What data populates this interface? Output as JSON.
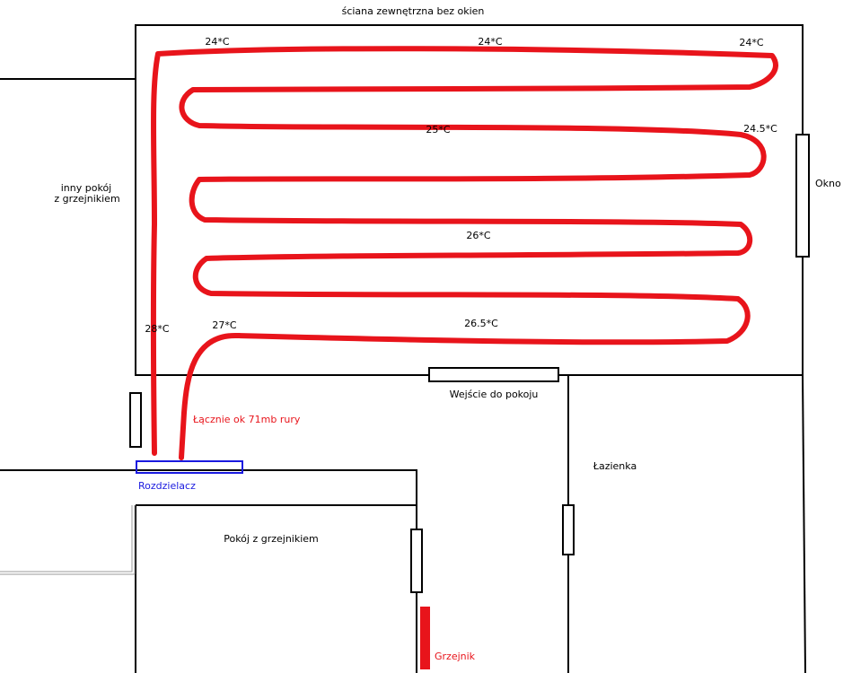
{
  "labels": {
    "external_wall": "ściana zewnętrzna bez okien",
    "window": "Okno",
    "other_room": [
      "inny pokój",
      "z grzejnikiem"
    ],
    "entrance": "Wejście do pokoju",
    "bathroom": "Łazienka",
    "room_with_radiator": "Pokój z grzejnikiem",
    "manifold": "Rozdzielacz",
    "total_pipe": "Łącznie ok 71mb rury",
    "radiator": "Grzejnik"
  },
  "temperatures": {
    "t1": "24*C",
    "t2": "24*C",
    "t3": "24*C",
    "t4": "25*C",
    "t5": "24.5*C",
    "t6": "26*C",
    "t7": "28*C",
    "t8": "27*C",
    "t9": "26.5*C"
  },
  "colors": {
    "pipe": "#e8141b",
    "manifold": "#1a1adf",
    "walls": "#000000"
  }
}
